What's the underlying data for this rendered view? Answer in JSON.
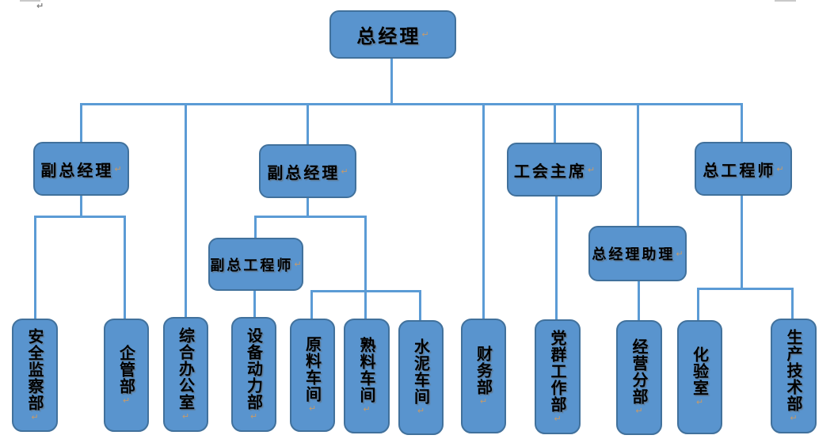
{
  "theme": {
    "box_fill": "#5994CE",
    "box_border": "#41719C",
    "connector_color": "#5B9BD5",
    "text_color": "#000000",
    "paragraph_mark_color": "#C49A6C"
  },
  "marks": {
    "return_mark": "↵",
    "edge_return_mark": "↵"
  },
  "org": {
    "root": {
      "label": "总经理"
    },
    "managers": [
      {
        "label": "副总经理"
      },
      {
        "label": "副总经理"
      },
      {
        "label": "工会主席"
      },
      {
        "label": "总工程师"
      }
    ],
    "assistants": [
      {
        "label": "副总工程师"
      },
      {
        "label": "总经理助理"
      }
    ],
    "departments": [
      {
        "label": "安全监察部"
      },
      {
        "label": "企管部"
      },
      {
        "label": "综合办公室"
      },
      {
        "label": "设备动力部"
      },
      {
        "label": "原料车间"
      },
      {
        "label": "熟料车间"
      },
      {
        "label": "水泥车间"
      },
      {
        "label": "财务部"
      },
      {
        "label": "党群工作部"
      },
      {
        "label": "经营分部"
      },
      {
        "label": "化验室"
      },
      {
        "label": "生产技术部"
      }
    ]
  }
}
